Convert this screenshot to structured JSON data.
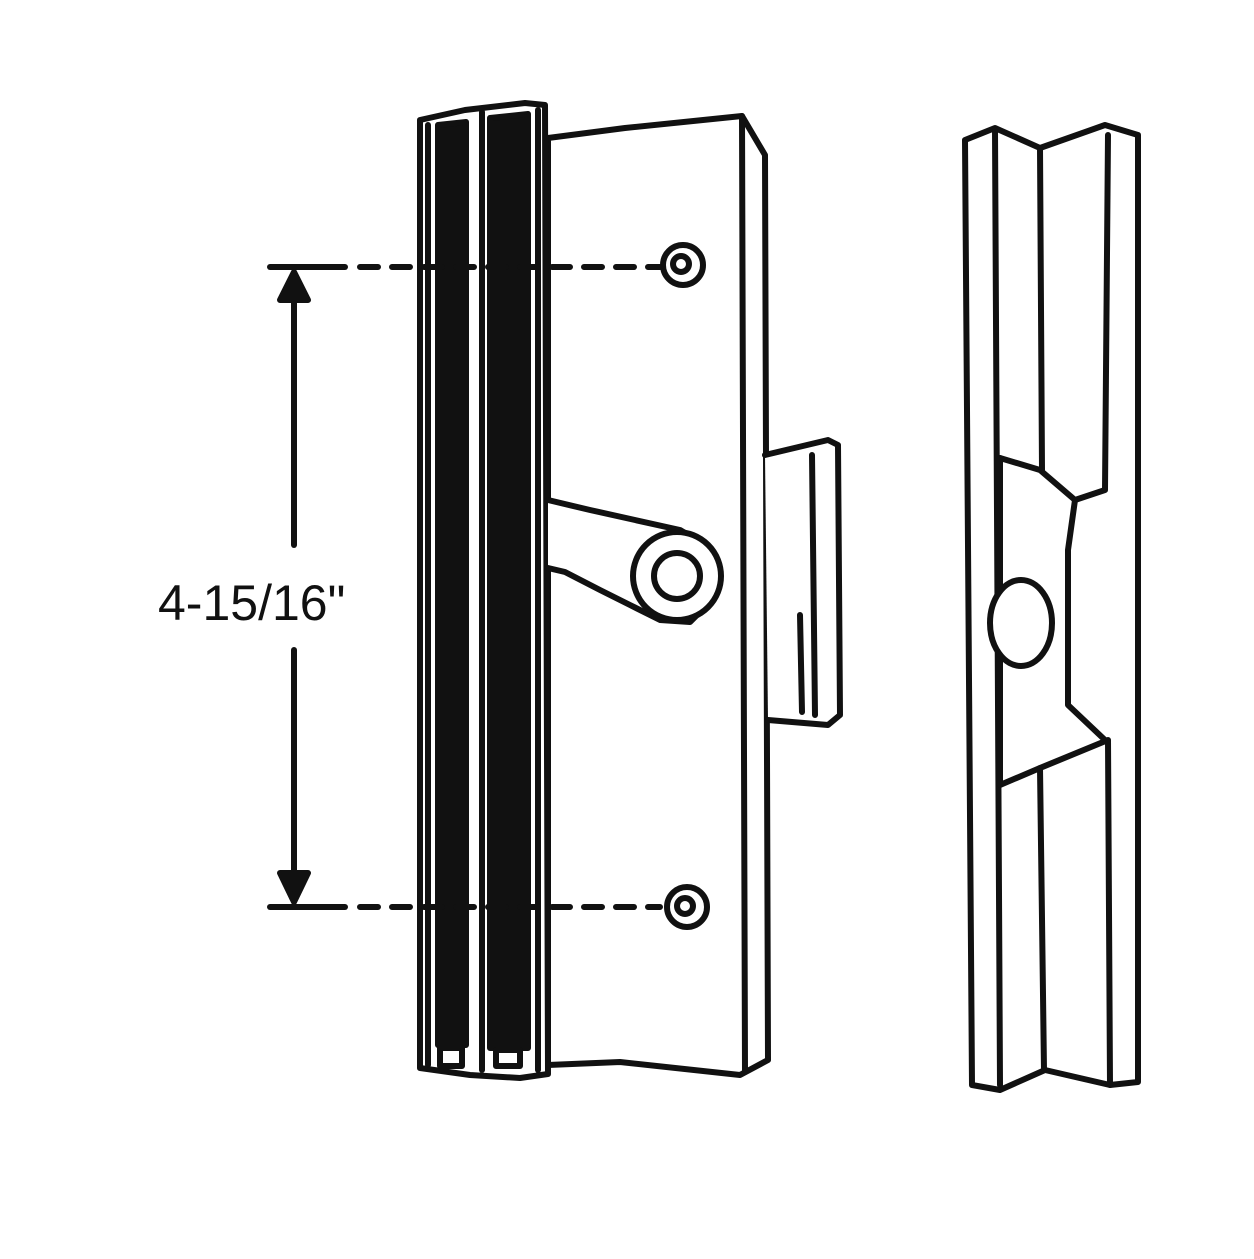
{
  "dimension": {
    "label": "4-15/16\""
  },
  "colors": {
    "stroke": "#111111",
    "background": "#ffffff"
  },
  "parts": [
    "lock-mechanism",
    "keeper"
  ]
}
